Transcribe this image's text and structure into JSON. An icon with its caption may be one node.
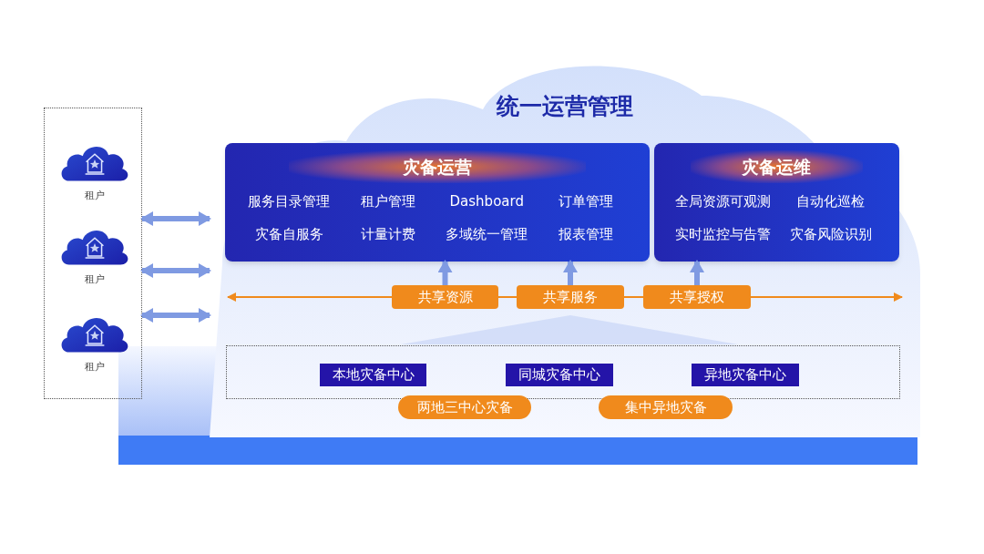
{
  "diagram": {
    "nodes": [
      {
        "text": [],
        "shape": "box"
      },
      {
        "text": [
          "租户"
        ],
        "in": 0
      },
      {
        "text": [
          "租户"
        ],
        "in": 0
      },
      {
        "text": [
          "租户"
        ],
        "in": 0
      },
      {
        "text": [
          "统一运营管理"
        ]
      },
      {
        "text": [
          "灾备运营",
          "服务目录管理",
          "租户管理",
          "Dashboard",
          "订单管理",
          "灾备自服务",
          "计量计费",
          "多域统一管理",
          "报表管理"
        ],
        "in": 4
      },
      {
        "text": [
          "灾备运维",
          "全局资源可观测",
          "自动化巡检",
          "实时监控与告警",
          "灾备风险识别"
        ],
        "in": 4
      },
      {
        "text": [
          "共享资源"
        ],
        "in": 4
      },
      {
        "text": [
          "共享服务"
        ],
        "in": 4
      },
      {
        "text": [
          "共享授权"
        ],
        "in": 4
      },
      {
        "text": [],
        "shape": "box",
        "in": 4
      },
      {
        "text": [
          "本地灾备中心"
        ],
        "in": 10
      },
      {
        "text": [
          "同城灾备中心"
        ],
        "in": 10
      },
      {
        "text": [
          "异地灾备中心"
        ],
        "in": 10
      },
      {
        "text": [
          "两地三中心灾备"
        ],
        "in": 4
      },
      {
        "text": [
          "集中异地灾备"
        ],
        "in": 4
      }
    ],
    "edges": [
      {
        "from": 0,
        "to": 4,
        "arrow": "both"
      },
      {
        "from": 0,
        "to": 4,
        "arrow": "both"
      },
      {
        "from": 0,
        "to": 4,
        "arrow": "both"
      },
      {
        "from": 7,
        "to": 5,
        "arrow": "to"
      },
      {
        "from": 8,
        "to": 5,
        "arrow": "to"
      },
      {
        "from": 9,
        "to": 6,
        "arrow": "to"
      }
    ]
  }
}
